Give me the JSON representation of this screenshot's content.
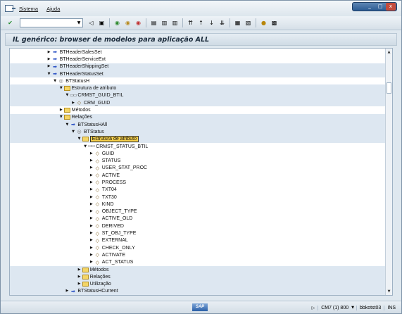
{
  "menu": {
    "items": [
      "Sistema",
      "Ajuda"
    ]
  },
  "window_controls": {
    "minimize": "_",
    "maximize": "□",
    "close": "x"
  },
  "toolbar": {
    "command_field_value": ""
  },
  "title": "IL genérico: browser de modelos para aplicação ALL",
  "tree": {
    "rows": [
      {
        "label": "BTHeaderSalesSet",
        "indent": 6,
        "exp": "▶",
        "icon": "arrow",
        "band": false
      },
      {
        "label": "BTHeaderServiceExt",
        "indent": 6,
        "exp": "▶",
        "icon": "arrow",
        "band": false
      },
      {
        "label": "BTHeaderShippingSet",
        "indent": 6,
        "exp": "▶",
        "icon": "arrow",
        "band": true
      },
      {
        "label": "BTHeaderStatusSet",
        "indent": 6,
        "exp": "▼",
        "icon": "arrow",
        "band": true
      },
      {
        "label": "BTStatusH",
        "indent": 7,
        "exp": "▼",
        "icon": "circle",
        "band": false
      },
      {
        "label": "Estrutura de atributo",
        "indent": 8,
        "exp": "▼",
        "icon": "folder",
        "band": true
      },
      {
        "label": "CRMST_GUID_BTIL",
        "indent": 9,
        "exp": "▼",
        "icon": "struct",
        "band": true
      },
      {
        "label": "CRM_GUID",
        "indent": 10,
        "exp": "▶",
        "icon": "tag",
        "band": true
      },
      {
        "label": "Métodos",
        "indent": 8,
        "exp": "▶",
        "icon": "folder",
        "band": false
      },
      {
        "label": "Relações",
        "indent": 8,
        "exp": "▼",
        "icon": "folder",
        "band": true
      },
      {
        "label": "BTStatusHAll",
        "indent": 9,
        "exp": "▼",
        "icon": "arrow",
        "band": true
      },
      {
        "label": "BTStatus",
        "indent": 10,
        "exp": "▼",
        "icon": "circle",
        "band": true
      },
      {
        "label": "Estrutura de atributo",
        "indent": 11,
        "exp": "▼",
        "icon": "folder",
        "band": true,
        "selected": true
      },
      {
        "label": "CRMST_STATUS_BTIL",
        "indent": 12,
        "exp": "▼",
        "icon": "struct",
        "band": false
      },
      {
        "label": "GUID",
        "indent": 13,
        "exp": "▶",
        "icon": "tag",
        "band": false
      },
      {
        "label": "STATUS",
        "indent": 13,
        "exp": "▶",
        "icon": "tag",
        "band": false
      },
      {
        "label": "USER_STAT_PROC",
        "indent": 13,
        "exp": "▶",
        "icon": "tag",
        "band": false
      },
      {
        "label": "ACTIVE",
        "indent": 13,
        "exp": "▶",
        "icon": "tag",
        "band": false
      },
      {
        "label": "PROCESS",
        "indent": 13,
        "exp": "▶",
        "icon": "tag",
        "band": false
      },
      {
        "label": "TXT04",
        "indent": 13,
        "exp": "▶",
        "icon": "tag",
        "band": false
      },
      {
        "label": "TXT30",
        "indent": 13,
        "exp": "▶",
        "icon": "tag",
        "band": false
      },
      {
        "label": "KIND",
        "indent": 13,
        "exp": "▶",
        "icon": "tag",
        "band": false
      },
      {
        "label": "OBJECT_TYPE",
        "indent": 13,
        "exp": "▶",
        "icon": "tag",
        "band": false
      },
      {
        "label": "ACTIVE_OLD",
        "indent": 13,
        "exp": "▶",
        "icon": "tag",
        "band": false
      },
      {
        "label": "DERIVED",
        "indent": 13,
        "exp": "▶",
        "icon": "tag",
        "band": false
      },
      {
        "label": "ST_OBJ_TYPE",
        "indent": 13,
        "exp": "▶",
        "icon": "tag",
        "band": false
      },
      {
        "label": "EXTERNAL",
        "indent": 13,
        "exp": "▶",
        "icon": "tag",
        "band": false
      },
      {
        "label": "CHECK_ONLY",
        "indent": 13,
        "exp": "▶",
        "icon": "tag",
        "band": false
      },
      {
        "label": "ACTIVATE",
        "indent": 13,
        "exp": "▶",
        "icon": "tag",
        "band": false
      },
      {
        "label": "ACT_STATUS",
        "indent": 13,
        "exp": "▶",
        "icon": "tag",
        "band": false
      },
      {
        "label": "Métodos",
        "indent": 11,
        "exp": "▶",
        "icon": "folder",
        "band": true
      },
      {
        "label": "Relações",
        "indent": 11,
        "exp": "▶",
        "icon": "folder",
        "band": true
      },
      {
        "label": "Utilização",
        "indent": 11,
        "exp": "▶",
        "icon": "folder",
        "band": true
      },
      {
        "label": "BTStatusHCurrent",
        "indent": 9,
        "exp": "▶",
        "icon": "arrow",
        "band": true
      }
    ]
  },
  "statusbar": {
    "logo": "SAP",
    "system": "CM7 (1) 800",
    "server": "bbkotst03",
    "mode": "INS"
  }
}
